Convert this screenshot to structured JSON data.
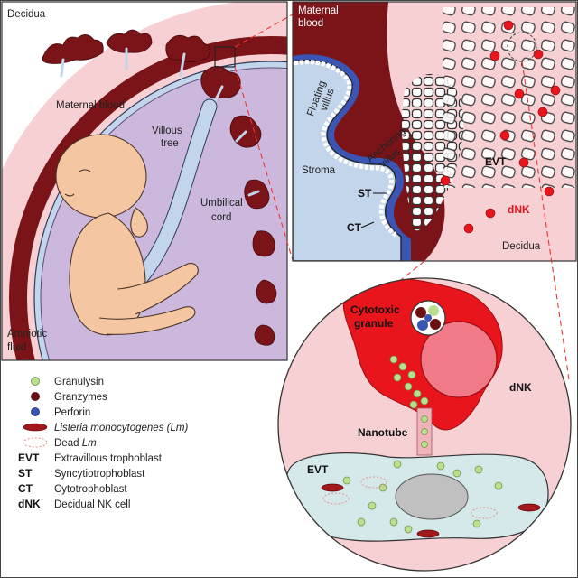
{
  "panel_left": {
    "labels": {
      "decidua": "Decidua",
      "maternal_blood": "Maternal blood",
      "villous_tree_1": "Villous",
      "villous_tree_2": "tree",
      "umbilical_cord_1": "Umbilical",
      "umbilical_cord_2": "cord",
      "amniotic_fluid_1": "Amniotic",
      "amniotic_fluid_2": "fluid"
    }
  },
  "panel_right": {
    "labels": {
      "maternal_blood_1": "Maternal",
      "maternal_blood_2": "blood",
      "floating_villus_1": "Floating",
      "floating_villus_2": "villus",
      "anchoring_villus_1": "Anchoring",
      "anchoring_villus_2": "villus",
      "stroma": "Stroma",
      "st": "ST",
      "ct": "CT",
      "evt": "EVT",
      "dnk": "dNK",
      "decidua": "Decidua"
    }
  },
  "panel_circle": {
    "labels": {
      "cytotoxic_1": "Cytotoxic",
      "cytotoxic_2": "granule",
      "dnk": "dNK",
      "nanotube": "Nanotube",
      "evt": "EVT"
    }
  },
  "legend": {
    "items": [
      {
        "key": "",
        "text": "Granulysin",
        "italic": false,
        "color": "#b9df8e",
        "icon": "green-circle"
      },
      {
        "key": "",
        "text": "Granzymes",
        "italic": false,
        "color": "#6b0f10",
        "icon": "dark-red-circle"
      },
      {
        "key": "",
        "text": "Perforin",
        "italic": false,
        "color": "#3a55b4",
        "icon": "blue-circle"
      },
      {
        "key": "",
        "text": "Listeria monocytogenes (Lm)",
        "italic": true,
        "color": "#a3181c",
        "icon": "red-ellipse"
      },
      {
        "key": "",
        "text_prefix": "Dead ",
        "text_italic": "Lm",
        "italic": false,
        "color": "#e3958e",
        "icon": "dashed-ellipse"
      },
      {
        "key": "EVT",
        "text": "Extravillous trophoblast",
        "italic": false
      },
      {
        "key": "ST",
        "text": "Syncytiotrophoblast",
        "italic": false
      },
      {
        "key": "CT",
        "text": "Cytotrophoblast",
        "italic": false
      },
      {
        "key": "dNK",
        "text": "Decidual NK cell",
        "italic": false
      }
    ]
  },
  "colors": {
    "decidua_pink": "#f6d0d3",
    "maternal_blood_dark": "#7a1418",
    "amniotic_purple": "#cbb8dc",
    "villus_blue": "#c3d5ea",
    "dnk_red": "#e8151c",
    "evt_cell": "#d5e8ea",
    "fetus_skin": "#f5c6a2"
  }
}
